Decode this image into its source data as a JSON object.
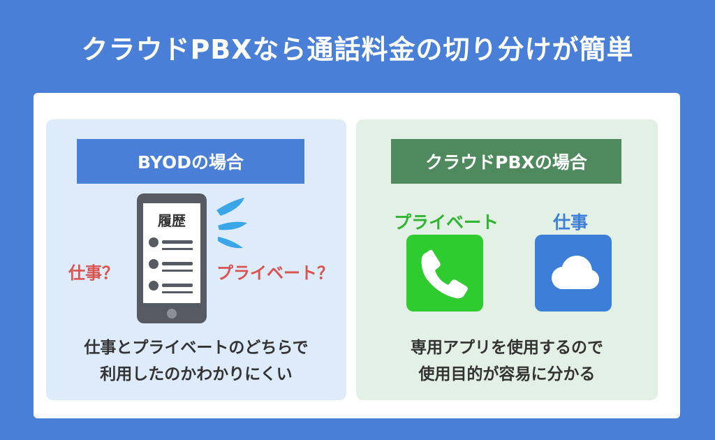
{
  "title": "クラウドPBXなら通話料金の切り分けが簡単",
  "left": {
    "label": "BYODの場合",
    "history_label": "履歴",
    "q_work": "仕事？",
    "q_private": "プライベート？",
    "caption_line1": "仕事とプライベートのどちらで",
    "caption_line2": "利用したのかわかりにくい"
  },
  "right": {
    "label": "クラウドPBXの場合",
    "private_label": "プライベート",
    "work_label": "仕事",
    "caption_line1": "専用アプリを使用するので",
    "caption_line2": "使用目的が容易に分かる"
  },
  "icons": {
    "phone_app": "phone-icon",
    "cloud_app": "cloud-icon",
    "smartphone": "smartphone-icon",
    "sweat": "sweat-drops-icon"
  },
  "colors": {
    "background": "#4a7fd8",
    "left_panel": "#ddebfb",
    "right_panel": "#e3f0e6",
    "green_label_bg": "#4f8a5f",
    "red_question": "#d9534f",
    "phone_green": "#2fcc2f",
    "cloud_blue": "#3d7fd8"
  }
}
